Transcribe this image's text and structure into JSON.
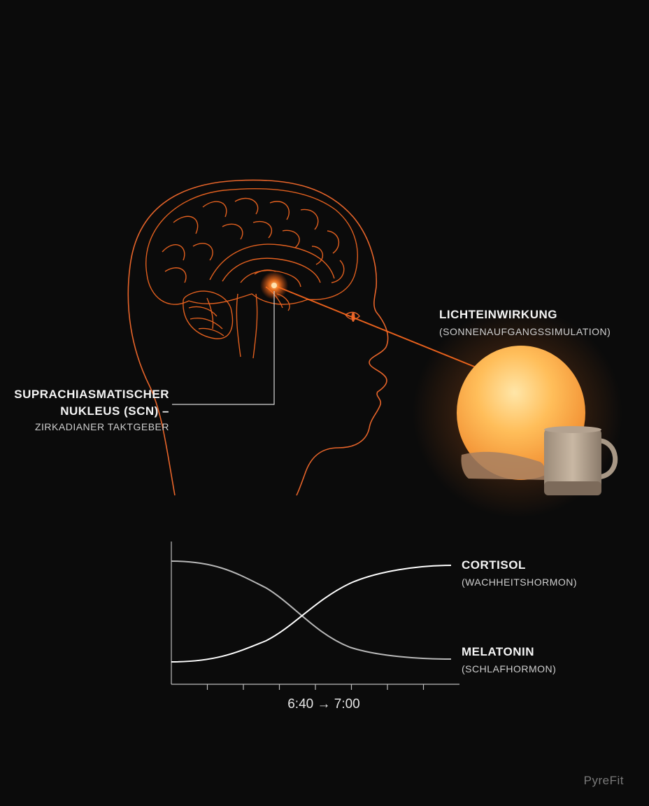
{
  "labels": {
    "scn": {
      "title_line1": "SUPRACHIASMATISCHER",
      "title_line2": "NUKLEUS (SCN) –",
      "subtitle": "ZIRKADIANER TAKTGEBER"
    },
    "light": {
      "title": "LICHTEINWIRKUNG",
      "subtitle": "(SONNENAUFGANGSSIMULATION)"
    }
  },
  "chart_data": {
    "type": "line",
    "x_label": "6:40 → 7:00",
    "series": [
      {
        "name": "CORTISOL",
        "description": "(WACHHEITSHORMON)",
        "trend": "rising",
        "color": "#ffffff"
      },
      {
        "name": "MELATONIN",
        "description": "(SCHLAFHORMON)",
        "trend": "falling",
        "color": "#bdbdbd"
      }
    ],
    "x_ticks": 8,
    "grid": false
  },
  "colors": {
    "background": "#0b0b0b",
    "accent_orange": "#e8652a",
    "lamp_glow": "#ffb04a",
    "text": "#f2f2f2"
  },
  "brand": "PyreFit"
}
